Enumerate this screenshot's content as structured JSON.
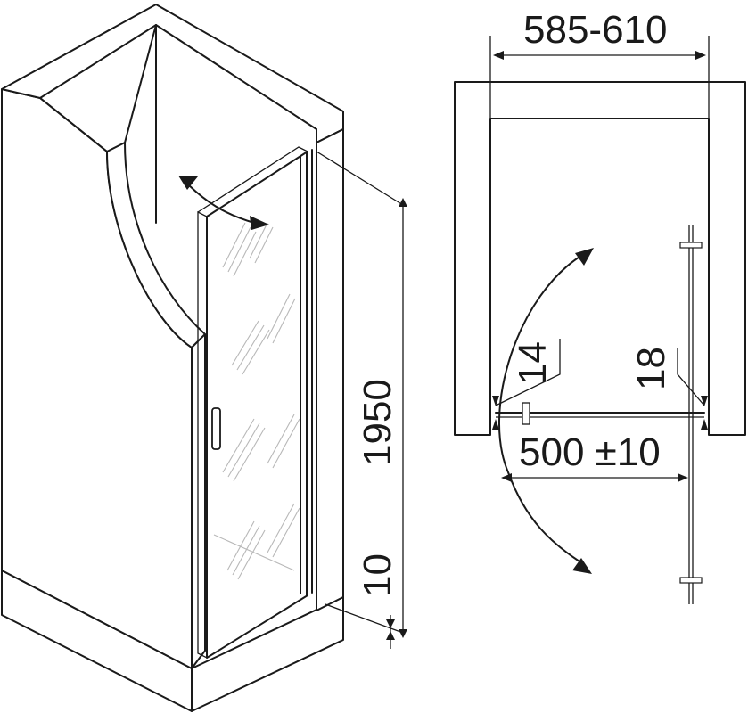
{
  "dimensions": {
    "width_range": "585-610",
    "height": "1950",
    "bottom_gap": "10",
    "hinge_left": "14",
    "hinge_right": "18",
    "opening": "500 ±10"
  }
}
